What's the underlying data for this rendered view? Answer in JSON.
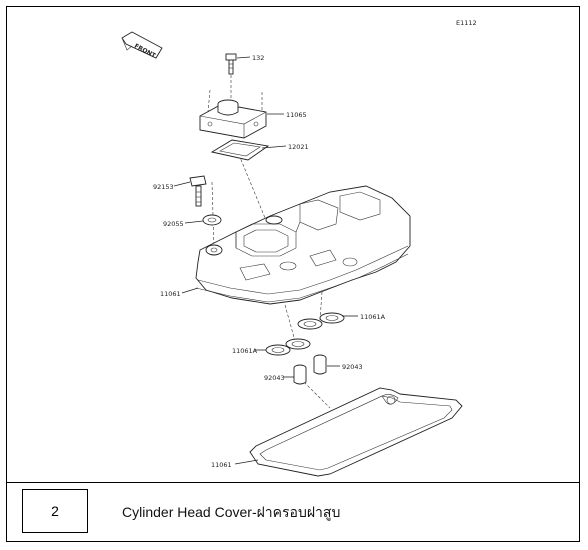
{
  "diagram": {
    "figure_code": "E1112",
    "front_label": "FRONT",
    "callouts": {
      "bolt_top": "132",
      "cap_cover": "11065",
      "gasket_cap": "12021",
      "bolt_side": "92153",
      "washer": "92055",
      "cover_main": "11061",
      "gasket_hole_right": "11061A",
      "gasket_hole_left": "11061A",
      "collar_right": "92043",
      "collar_left": "92043",
      "head_gasket": "11061"
    }
  },
  "footer": {
    "panel_number": "2",
    "caption": "Cylinder Head Cover-ฝาครอบฝาสูบ"
  }
}
